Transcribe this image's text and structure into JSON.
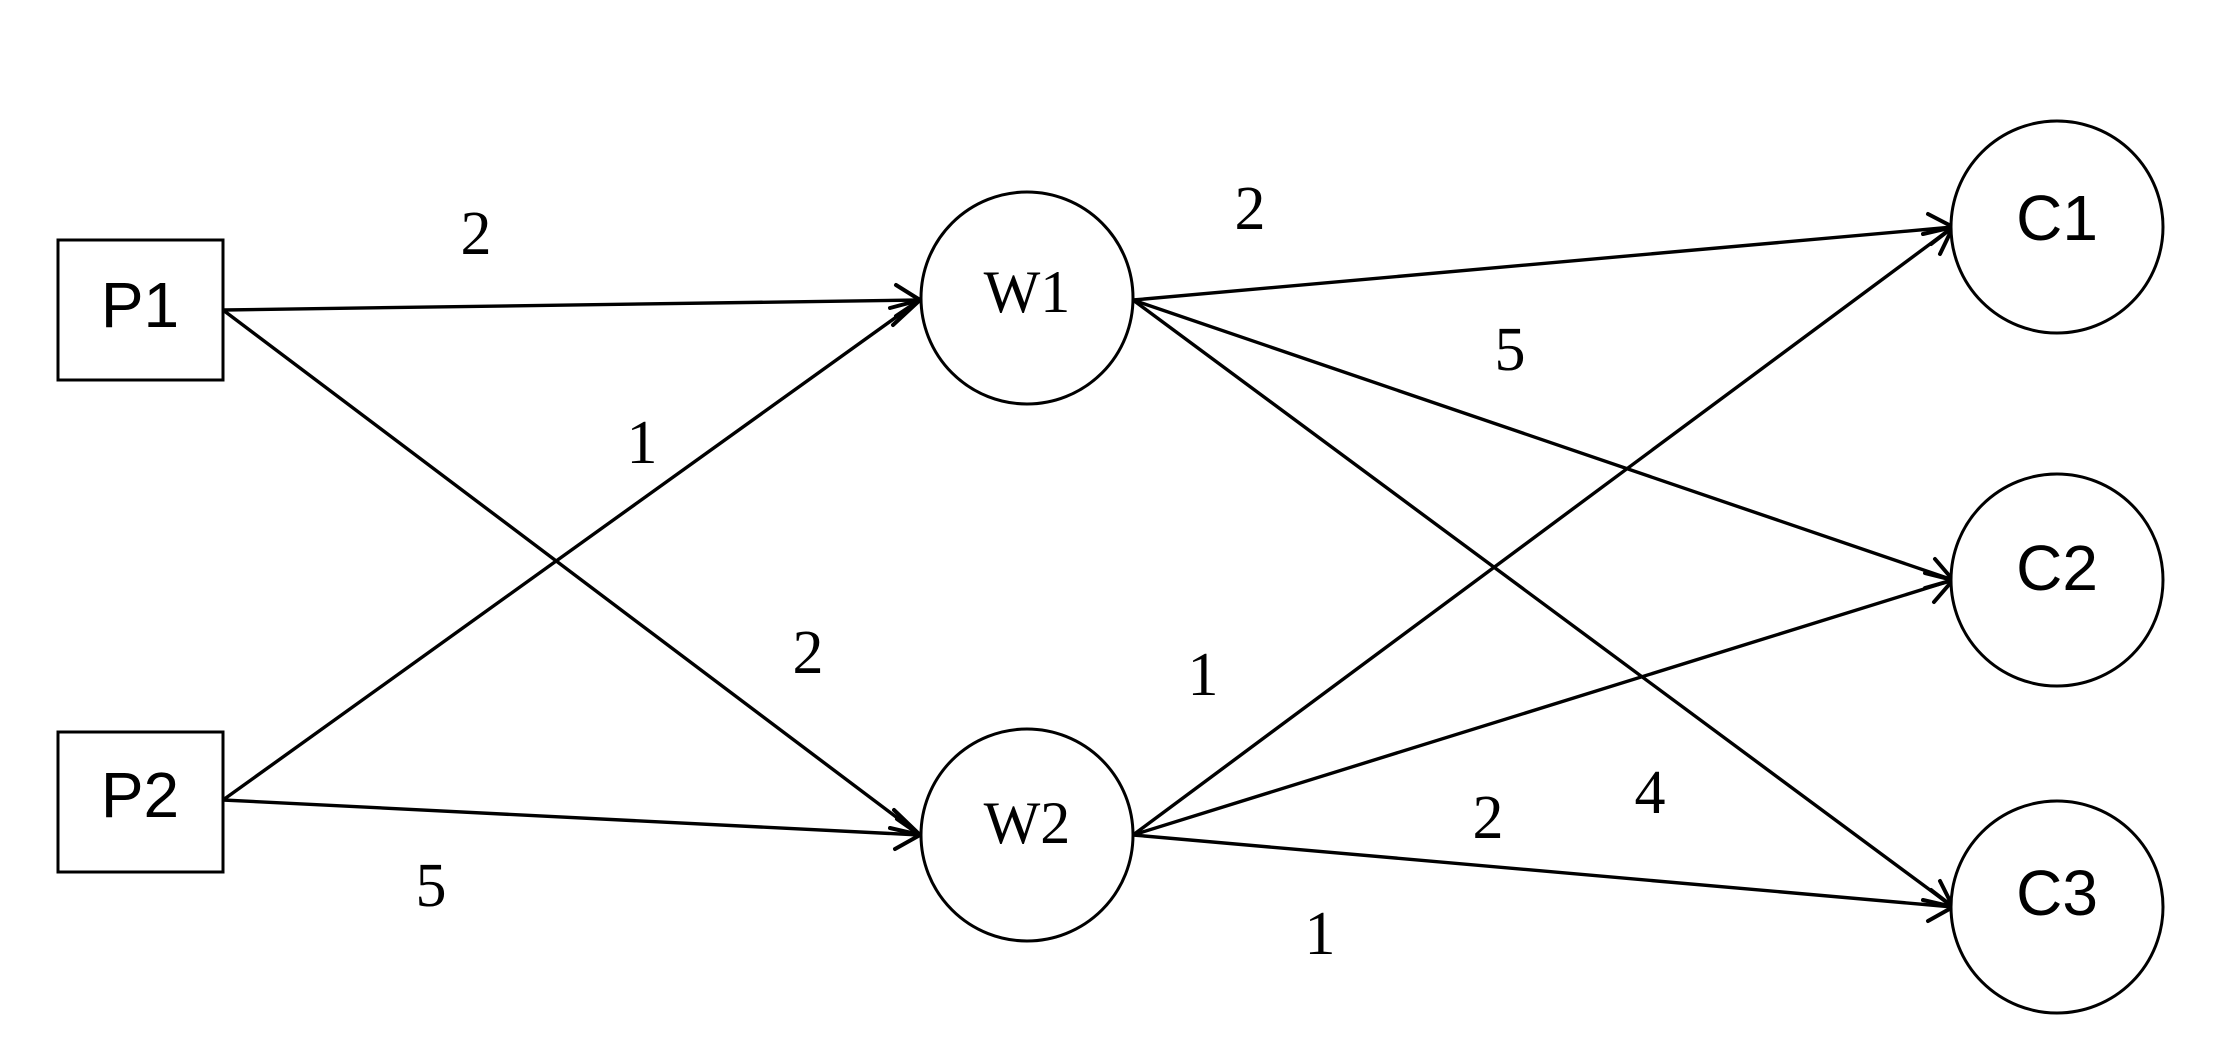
{
  "nodes": {
    "P1": {
      "label": "P1",
      "shape": "rect"
    },
    "P2": {
      "label": "P2",
      "shape": "rect"
    },
    "W1": {
      "label": "W1",
      "shape": "circle"
    },
    "W2": {
      "label": "W2",
      "shape": "circle"
    },
    "C1": {
      "label": "C1",
      "shape": "circle"
    },
    "C2": {
      "label": "C2",
      "shape": "circle"
    },
    "C3": {
      "label": "C3",
      "shape": "circle"
    }
  },
  "edges": [
    {
      "from": "P1",
      "to": "W1",
      "weight": "2"
    },
    {
      "from": "P1",
      "to": "W2",
      "weight": "2"
    },
    {
      "from": "P2",
      "to": "W1",
      "weight": "1"
    },
    {
      "from": "P2",
      "to": "W2",
      "weight": "5"
    },
    {
      "from": "W1",
      "to": "C1",
      "weight": "2"
    },
    {
      "from": "W1",
      "to": "C2",
      "weight": "5"
    },
    {
      "from": "W1",
      "to": "C3",
      "weight": "4"
    },
    {
      "from": "W2",
      "to": "C1",
      "weight": "1"
    },
    {
      "from": "W2",
      "to": "C2",
      "weight": "2"
    },
    {
      "from": "W2",
      "to": "C3",
      "weight": "1"
    }
  ],
  "colors": {
    "stroke": "#000000",
    "background": "#ffffff"
  }
}
